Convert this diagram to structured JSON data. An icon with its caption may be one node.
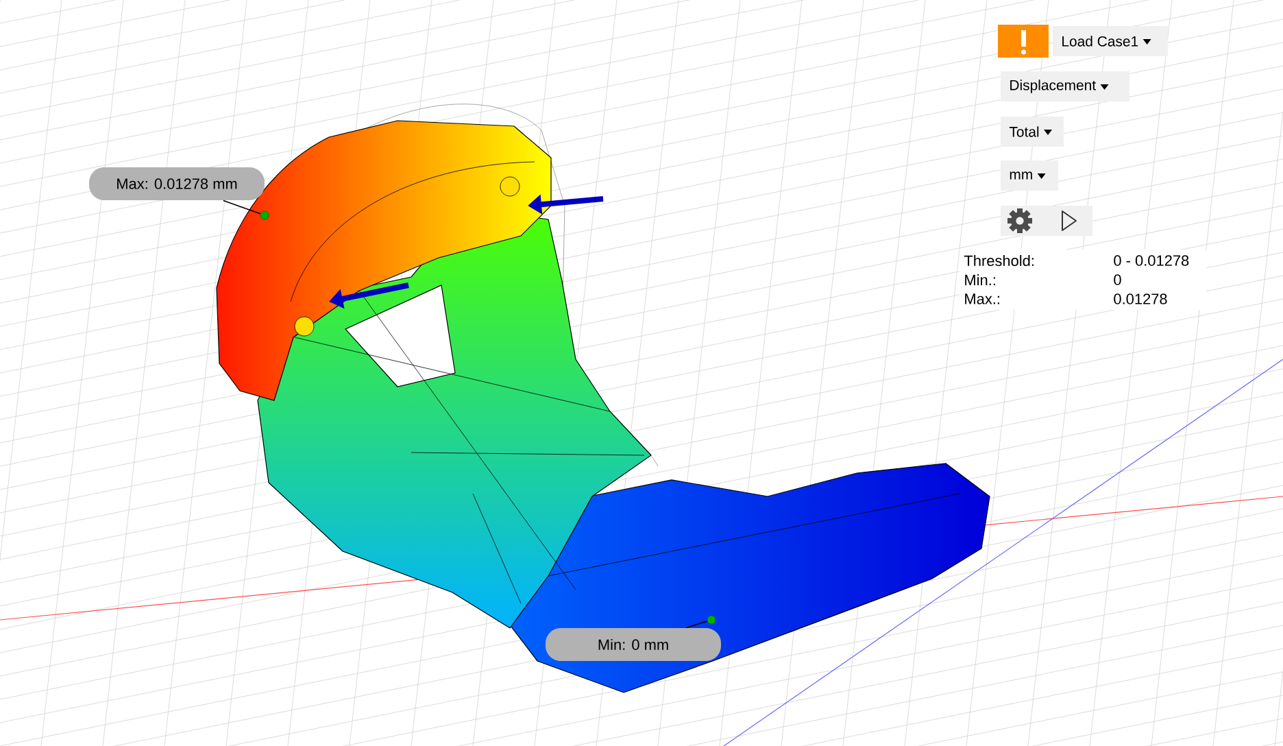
{
  "diagram": {
    "nodes": [
      {
        "text": [
          "Max: 0.01278 mm"
        ]
      },
      {
        "text": [],
        "shape": "circle"
      },
      {
        "text": [
          "Min: 0 mm"
        ]
      },
      {
        "text": [],
        "shape": "circle"
      }
    ],
    "edges": [
      {
        "from": 0,
        "to": 1,
        "arrow": "none"
      },
      {
        "from": 2,
        "to": 3,
        "arrow": "none"
      }
    ],
    "labels": [
      "Load Case1",
      "Displacement",
      "Total",
      "mm",
      "Threshold:",
      "0 - 0.01278",
      "Min.:",
      "0",
      "Max.:",
      "0.01278"
    ]
  }
}
